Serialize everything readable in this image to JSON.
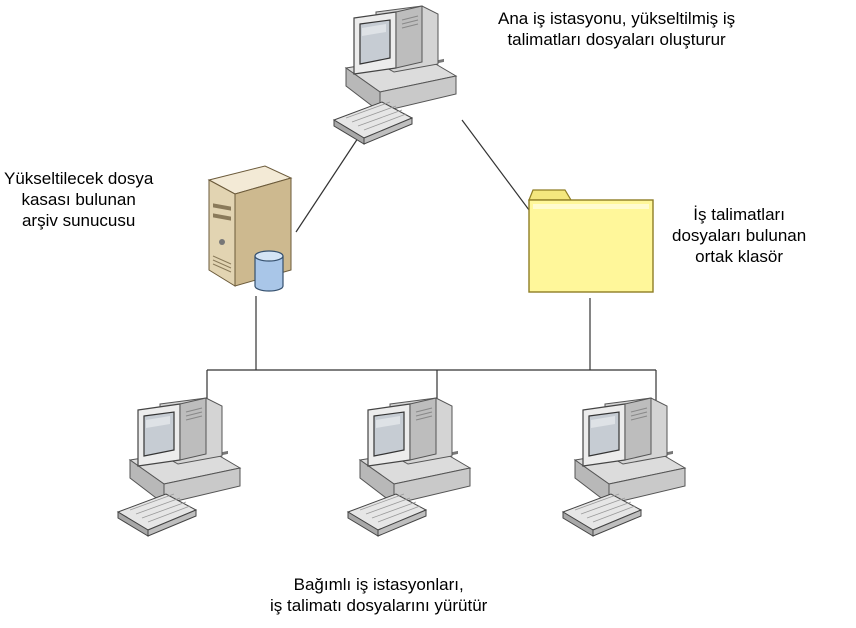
{
  "labels": {
    "main_workstation": {
      "line1": "Ana iş istasyonu, yükseltilmiş iş",
      "line2": "talimatları dosyaları oluşturur"
    },
    "archive_server": {
      "line1": "Yükseltilecek dosya",
      "line2": "kasası bulunan",
      "line3": "arşiv sunucusu"
    },
    "shared_folder": {
      "line1": "İş talimatları",
      "line2": "dosyaları bulunan",
      "line3": "ortak klasör"
    },
    "dependent_workstations": {
      "line1": "Bağımlı iş istasyonları,",
      "line2": "iş talimatı dosyalarını yürütür"
    }
  },
  "icons": {
    "workstation": "computer-icon",
    "server": "archive-server-icon",
    "folder": "shared-folder-icon"
  },
  "colors": {
    "line": "#333333",
    "folder_fill": "#fff79a",
    "folder_stroke": "#9a8a2a",
    "server_body": "#e9dcc0",
    "monitor_body": "#e8e8e8",
    "screen": "#bfc7cf",
    "database": "#a9c6e8"
  }
}
